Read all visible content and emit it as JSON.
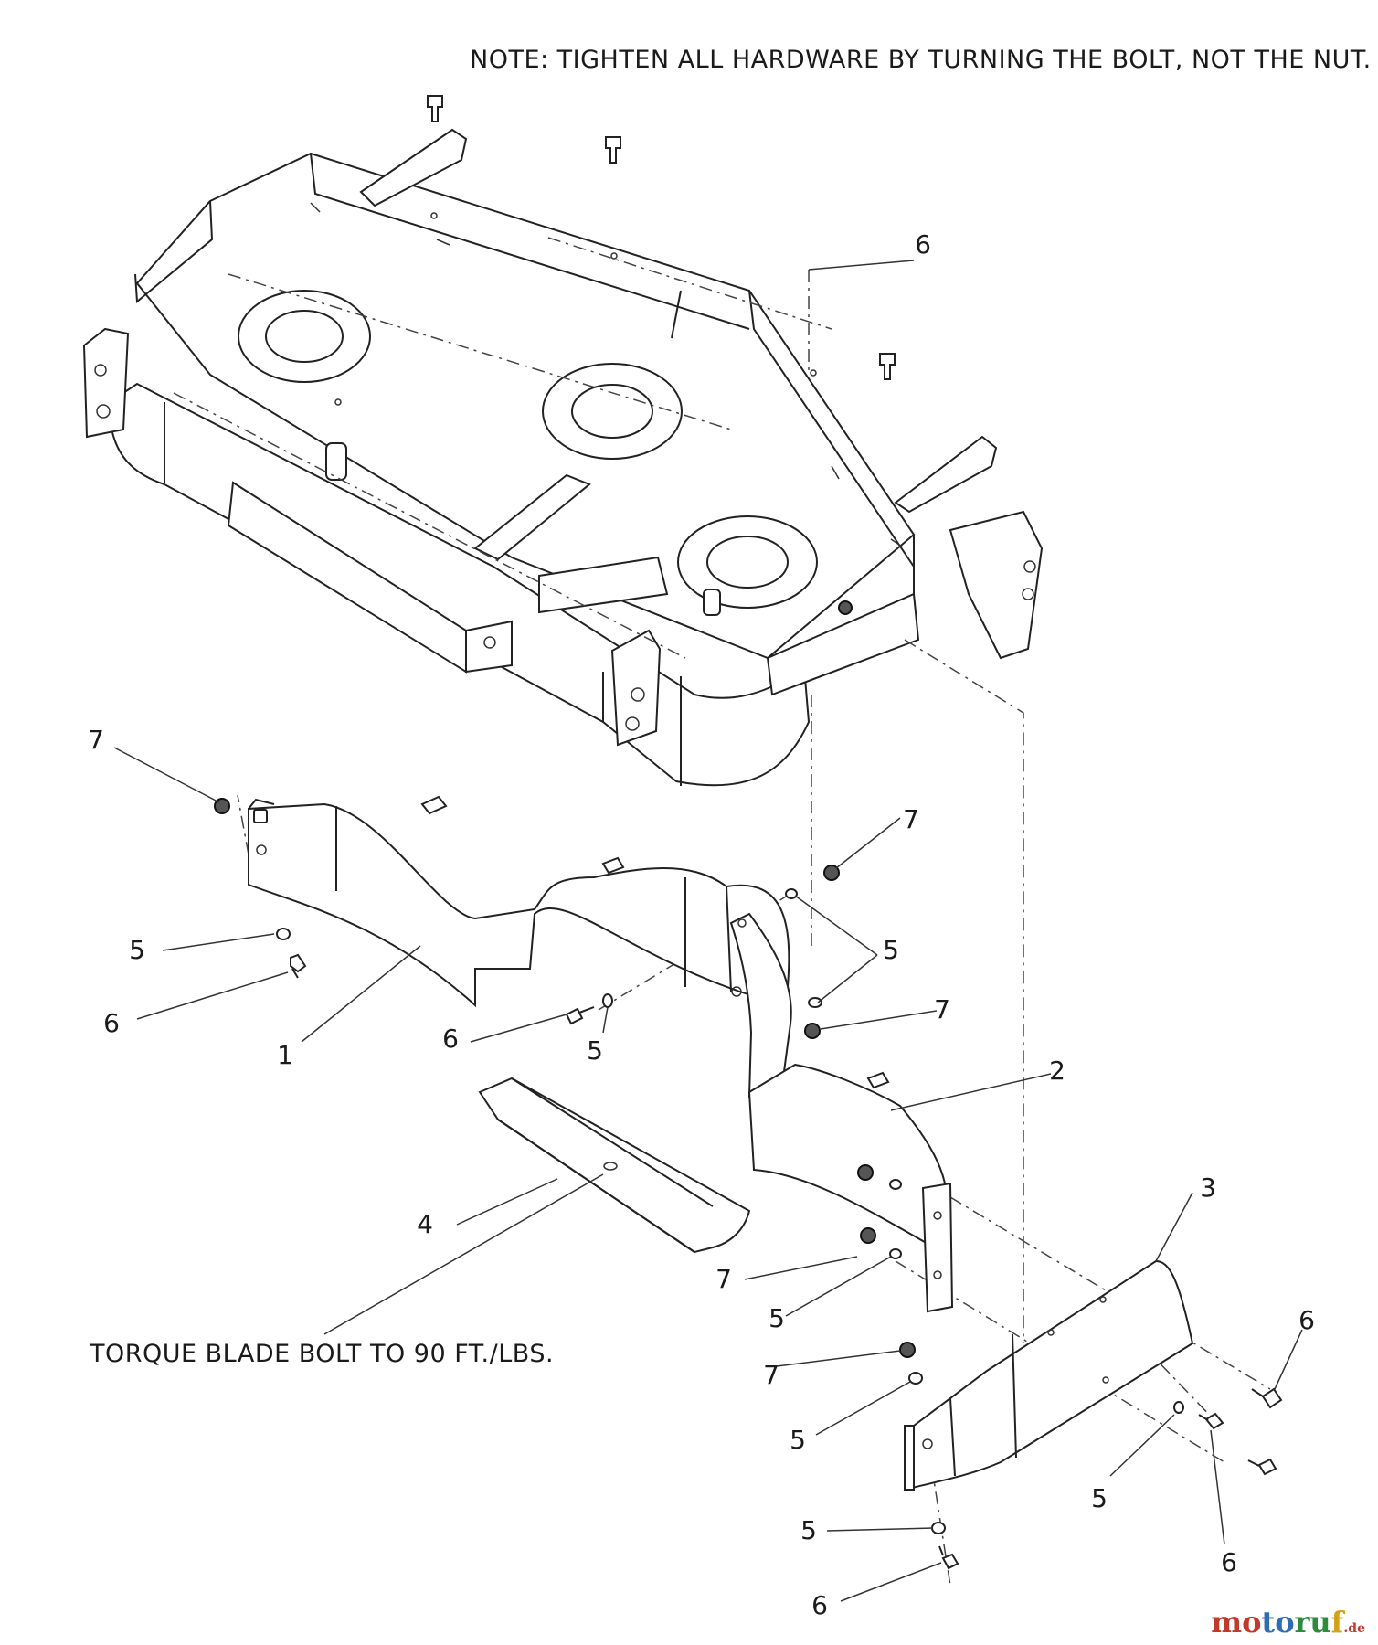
{
  "notes": {
    "top": "NOTE: TIGHTEN ALL HARDWARE BY TURNING THE BOLT, NOT THE NUT.",
    "torque": "TORQUE BLADE BOLT TO 90 FT./LBS."
  },
  "callouts": [
    {
      "id": "c6a",
      "label": "6"
    },
    {
      "id": "c7a",
      "label": "7"
    },
    {
      "id": "c5a",
      "label": "5"
    },
    {
      "id": "c6b",
      "label": "6"
    },
    {
      "id": "c1",
      "label": "1"
    },
    {
      "id": "c6c",
      "label": "6"
    },
    {
      "id": "c5b",
      "label": "5"
    },
    {
      "id": "c7b",
      "label": "7"
    },
    {
      "id": "c5c",
      "label": "5"
    },
    {
      "id": "c7c",
      "label": "7"
    },
    {
      "id": "c2",
      "label": "2"
    },
    {
      "id": "c4",
      "label": "4"
    },
    {
      "id": "c3",
      "label": "3"
    },
    {
      "id": "c7d",
      "label": "7"
    },
    {
      "id": "c5d",
      "label": "5"
    },
    {
      "id": "c6d",
      "label": "6"
    },
    {
      "id": "c7e",
      "label": "7"
    },
    {
      "id": "c5e",
      "label": "5"
    },
    {
      "id": "c5f",
      "label": "5"
    },
    {
      "id": "c6e",
      "label": "6"
    },
    {
      "id": "c5g",
      "label": "5"
    },
    {
      "id": "c6f",
      "label": "6"
    }
  ],
  "watermark": {
    "part1": "mo",
    "part2": "to",
    "part3": "ru",
    "part4": "f",
    "tld": ".de"
  },
  "colors": {
    "line": "#222222",
    "nut": "#555555",
    "watermark_red": "#c0392b",
    "watermark_blue": "#2e6db4",
    "watermark_green": "#2e8b3c",
    "watermark_yellow": "#d4a017"
  }
}
